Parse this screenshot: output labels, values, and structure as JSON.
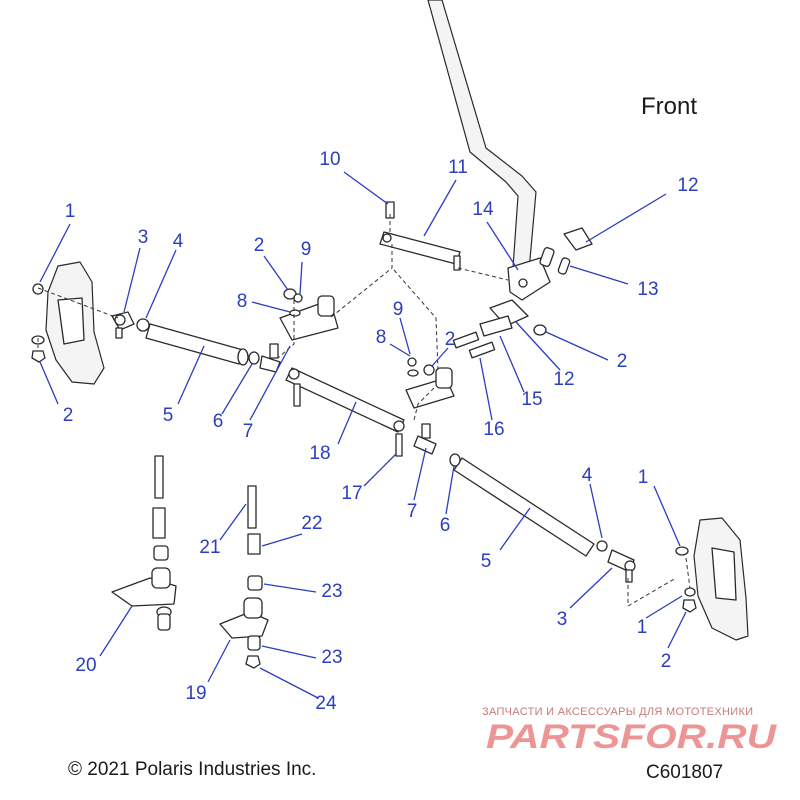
{
  "diagram": {
    "front_label": "Front",
    "copyright": "© 2021 Polaris Industries Inc.",
    "drawing_code": "C601807",
    "callouts": [
      {
        "id": "c1a",
        "label": "1"
      },
      {
        "id": "c1b",
        "label": "1"
      },
      {
        "id": "c1c",
        "label": "1"
      },
      {
        "id": "c2a",
        "label": "2"
      },
      {
        "id": "c2b",
        "label": "2"
      },
      {
        "id": "c2c",
        "label": "2"
      },
      {
        "id": "c2d",
        "label": "2"
      },
      {
        "id": "c2e",
        "label": "2"
      },
      {
        "id": "c3a",
        "label": "3"
      },
      {
        "id": "c3b",
        "label": "3"
      },
      {
        "id": "c4a",
        "label": "4"
      },
      {
        "id": "c4b",
        "label": "4"
      },
      {
        "id": "c5a",
        "label": "5"
      },
      {
        "id": "c5b",
        "label": "5"
      },
      {
        "id": "c6a",
        "label": "6"
      },
      {
        "id": "c6b",
        "label": "6"
      },
      {
        "id": "c7a",
        "label": "7"
      },
      {
        "id": "c7b",
        "label": "7"
      },
      {
        "id": "c8a",
        "label": "8"
      },
      {
        "id": "c8b",
        "label": "8"
      },
      {
        "id": "c9a",
        "label": "9"
      },
      {
        "id": "c9b",
        "label": "9"
      },
      {
        "id": "c10",
        "label": "10"
      },
      {
        "id": "c11",
        "label": "11"
      },
      {
        "id": "c12a",
        "label": "12"
      },
      {
        "id": "c12b",
        "label": "12"
      },
      {
        "id": "c13",
        "label": "13"
      },
      {
        "id": "c14",
        "label": "14"
      },
      {
        "id": "c15",
        "label": "15"
      },
      {
        "id": "c16",
        "label": "16"
      },
      {
        "id": "c17",
        "label": "17"
      },
      {
        "id": "c18",
        "label": "18"
      },
      {
        "id": "c19",
        "label": "19"
      },
      {
        "id": "c20",
        "label": "20"
      },
      {
        "id": "c21",
        "label": "21"
      },
      {
        "id": "c22",
        "label": "22"
      },
      {
        "id": "c23a",
        "label": "23"
      },
      {
        "id": "c23b",
        "label": "23"
      },
      {
        "id": "c24",
        "label": "24"
      }
    ]
  },
  "watermark": {
    "tagline": "ЗАПЧАСТИ И АКСЕССУАРЫ ДЛЯ МОТОТЕХНИКИ",
    "logo_text": "PARTSFOR.RU",
    "color": "#e04040"
  },
  "colors": {
    "callout": "#2a3ec0",
    "outline": "#2a2a2a"
  }
}
